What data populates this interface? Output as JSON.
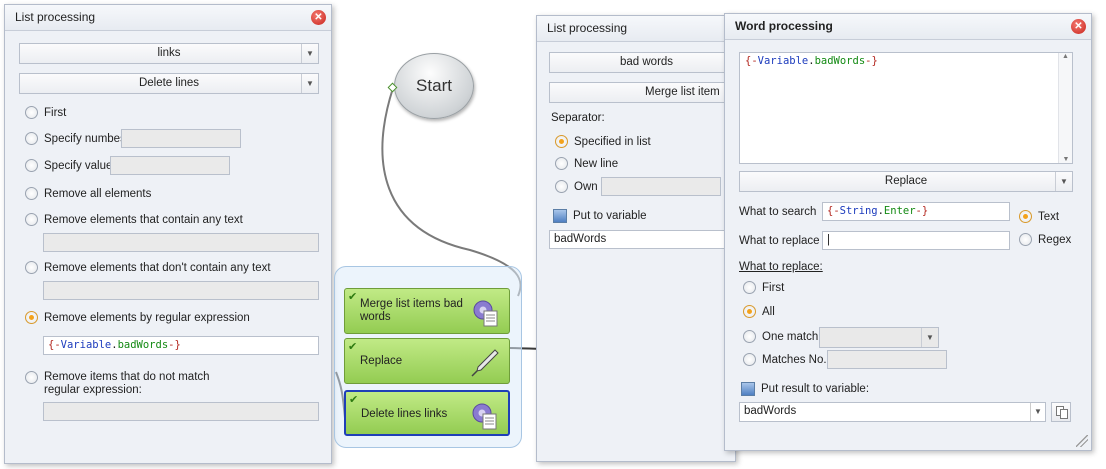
{
  "left_panel": {
    "title": "List processing",
    "list_select": "links",
    "action_select": "Delete lines",
    "options": {
      "first": "First",
      "specify_numbers": "Specify numbes",
      "specify_value": "Specify value",
      "remove_all": "Remove all elements",
      "remove_contain": "Remove elements that contain any text",
      "remove_not_contain": "Remove elements that don't contain any text",
      "remove_regex": "Remove elements by regular expression",
      "remove_not_match_1": "Remove items that do not match",
      "remove_not_match_2": "regular expression:"
    },
    "regex_value": {
      "open": "{-",
      "kw": "Variable",
      "dot": ".",
      "name": "badWords",
      "close": "-}"
    }
  },
  "flow": {
    "start_label": "Start",
    "node_merge_1": "Merge list items bad",
    "node_merge_2": "words",
    "node_replace": "Replace",
    "node_delete": "Delete lines links"
  },
  "mid_panel": {
    "title": "List processing",
    "list_select": "bad words",
    "action_select": "Merge list item",
    "separator_label": "Separator:",
    "sep_specified": "Specified in list",
    "sep_newline": "New line",
    "sep_own": "Own",
    "put_to_variable": "Put to variable",
    "variable_value": "badWords"
  },
  "right_panel": {
    "title": "Word processing",
    "text_value": {
      "open": "{-",
      "kw": "Variable",
      "dot": ".",
      "name": "badWords",
      "close": "-}"
    },
    "action_select": "Replace",
    "what_to_search_label": "What to search",
    "what_to_search_value": {
      "open": "{-",
      "kw": "String",
      "dot": ".",
      "name": "Enter",
      "close": "-}"
    },
    "what_to_replace_label": "What to replace",
    "what_to_replace_value": "|",
    "mode_text": "Text",
    "mode_regex": "Regex",
    "what_to_replace_section": "What to replace:",
    "opt_first": "First",
    "opt_all": "All",
    "opt_one_match": "One match",
    "opt_matches_no": "Matches No.",
    "put_result": "Put result to variable:",
    "result_value": "badWords"
  },
  "colors": {
    "accent_radio": "#f3a21c",
    "node_green": "#93cc52",
    "close_red": "#c8231b"
  }
}
